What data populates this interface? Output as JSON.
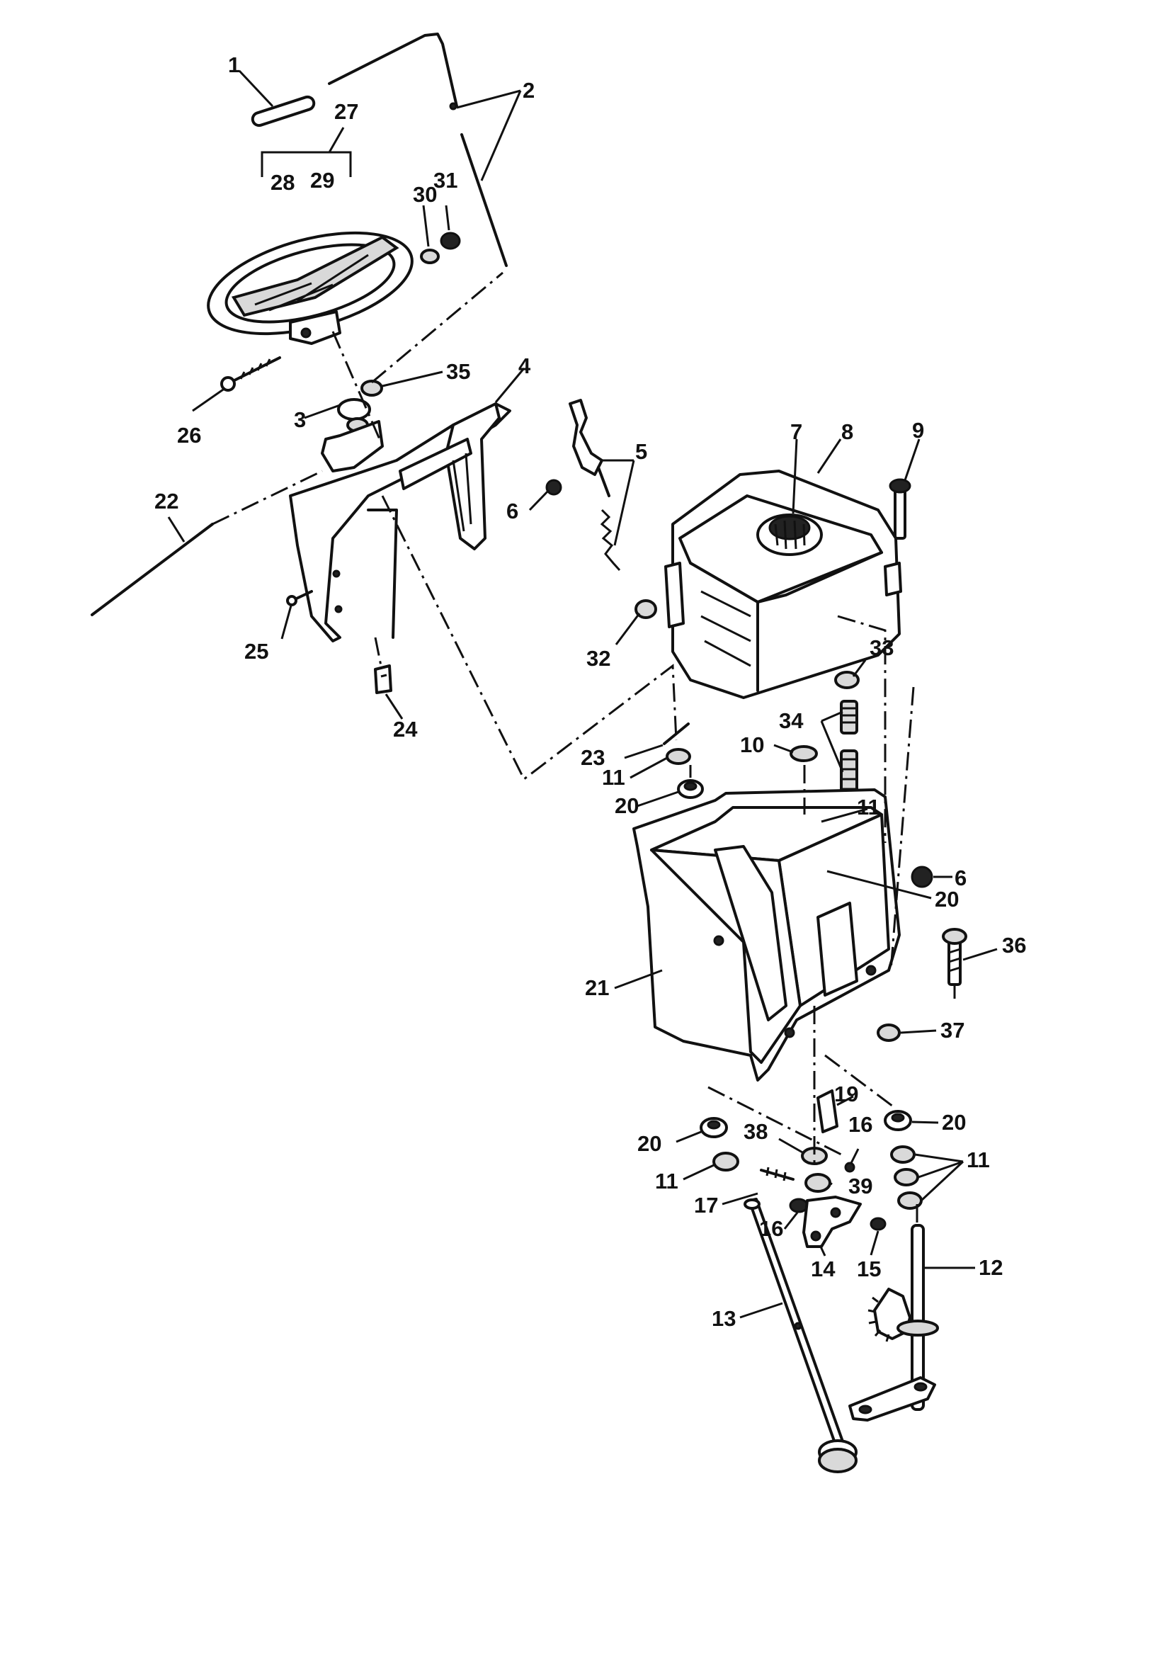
{
  "diagram": {
    "callouts": [
      {
        "id": "c1",
        "label": "1"
      },
      {
        "id": "c2",
        "label": "2"
      },
      {
        "id": "c3",
        "label": "3"
      },
      {
        "id": "c4",
        "label": "4"
      },
      {
        "id": "c5",
        "label": "5"
      },
      {
        "id": "c6a",
        "label": "6"
      },
      {
        "id": "c6b",
        "label": "6"
      },
      {
        "id": "c7",
        "label": "7"
      },
      {
        "id": "c8",
        "label": "8"
      },
      {
        "id": "c9",
        "label": "9"
      },
      {
        "id": "c10",
        "label": "10"
      },
      {
        "id": "c11a",
        "label": "11"
      },
      {
        "id": "c11b",
        "label": "11"
      },
      {
        "id": "c11c",
        "label": "11"
      },
      {
        "id": "c11d",
        "label": "11"
      },
      {
        "id": "c12",
        "label": "12"
      },
      {
        "id": "c13",
        "label": "13"
      },
      {
        "id": "c14",
        "label": "14"
      },
      {
        "id": "c15",
        "label": "15"
      },
      {
        "id": "c16a",
        "label": "16"
      },
      {
        "id": "c16b",
        "label": "16"
      },
      {
        "id": "c17",
        "label": "17"
      },
      {
        "id": "c19",
        "label": "19"
      },
      {
        "id": "c20a",
        "label": "20"
      },
      {
        "id": "c20b",
        "label": "20"
      },
      {
        "id": "c20c",
        "label": "20"
      },
      {
        "id": "c20d",
        "label": "20"
      },
      {
        "id": "c21",
        "label": "21"
      },
      {
        "id": "c22",
        "label": "22"
      },
      {
        "id": "c23",
        "label": "23"
      },
      {
        "id": "c24",
        "label": "24"
      },
      {
        "id": "c25",
        "label": "25"
      },
      {
        "id": "c26",
        "label": "26"
      },
      {
        "id": "c27",
        "label": "27"
      },
      {
        "id": "c28",
        "label": "28"
      },
      {
        "id": "c29",
        "label": "29"
      },
      {
        "id": "c30",
        "label": "30"
      },
      {
        "id": "c31",
        "label": "31"
      },
      {
        "id": "c32",
        "label": "32"
      },
      {
        "id": "c33",
        "label": "33"
      },
      {
        "id": "c34",
        "label": "34"
      },
      {
        "id": "c35",
        "label": "35"
      },
      {
        "id": "c36",
        "label": "36"
      },
      {
        "id": "c37",
        "label": "37"
      },
      {
        "id": "c38",
        "label": "38"
      },
      {
        "id": "c39",
        "label": "39"
      }
    ]
  }
}
